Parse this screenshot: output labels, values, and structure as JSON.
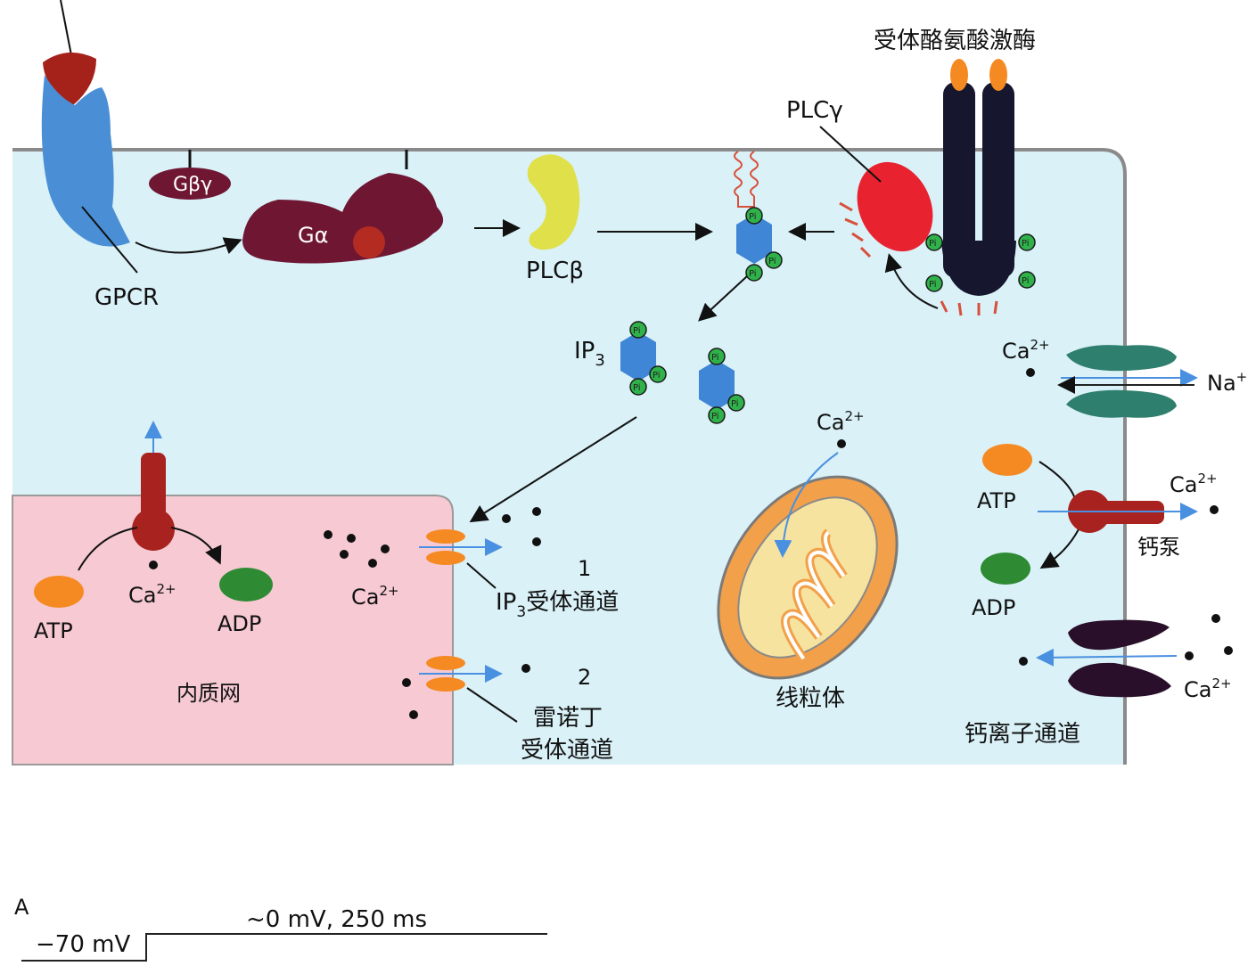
{
  "diagram": {
    "labels": {
      "gpcr": "GPCR",
      "g_beta_gamma": "Gβγ",
      "g_alpha": "Gα",
      "plc_beta": "PLCβ",
      "plc_gamma": "PLCγ",
      "rtk": "受体酪氨酸激酶",
      "ip3": "IP",
      "ip3_sub": "3",
      "pi": "Pi",
      "ca_er": "Ca",
      "ca_cyto": "Ca",
      "ca_mito": "Ca",
      "ca_exchanger": "Ca",
      "na": "Na",
      "ca_pump_out": "Ca",
      "ca_channel": "Ca",
      "charge_2plus": "2+",
      "charge_plus": "+",
      "atp_er": "ATP",
      "adp_er": "ADP",
      "atp_pm": "ATP",
      "adp_pm": "ADP",
      "calcium_pump": "钙泵",
      "er": "内质网",
      "mitochondria": "线粒体",
      "ca_ion_channel": "钙离子通道",
      "ip3_receptor_ip": "IP",
      "ip3_receptor_sub": "3",
      "ip3_receptor_rest": "受体通道",
      "ryanodine_line1": "雷诺丁",
      "ryanodine_line2": "受体通道",
      "num_1": "1",
      "num_2": "2"
    },
    "colors": {
      "cytoplasm": "#d9f1f7",
      "er": "#f6c9d3",
      "membrane": "#8a8a8a",
      "gpcr": "#4a8fd6",
      "ligand": "#a5221a",
      "g_protein": "#6f1633",
      "plc_beta": "#dfe04a",
      "plc_gamma": "#e8222f",
      "rtk": "#16162e",
      "ip3": "#3f86d6",
      "atp": "#f58a23",
      "adp": "#2e8b34",
      "exchanger": "#2f7f6e",
      "ca_channel_protein": "#2a0f2a",
      "mito_outer": "#f2a04a",
      "mito_inner": "#f7e3a0",
      "pump": "#a8231f"
    }
  },
  "panel_a": {
    "panel_letter": "A",
    "holding_label": "−70 mV",
    "step_label": "~0 mV, 250 ms"
  }
}
